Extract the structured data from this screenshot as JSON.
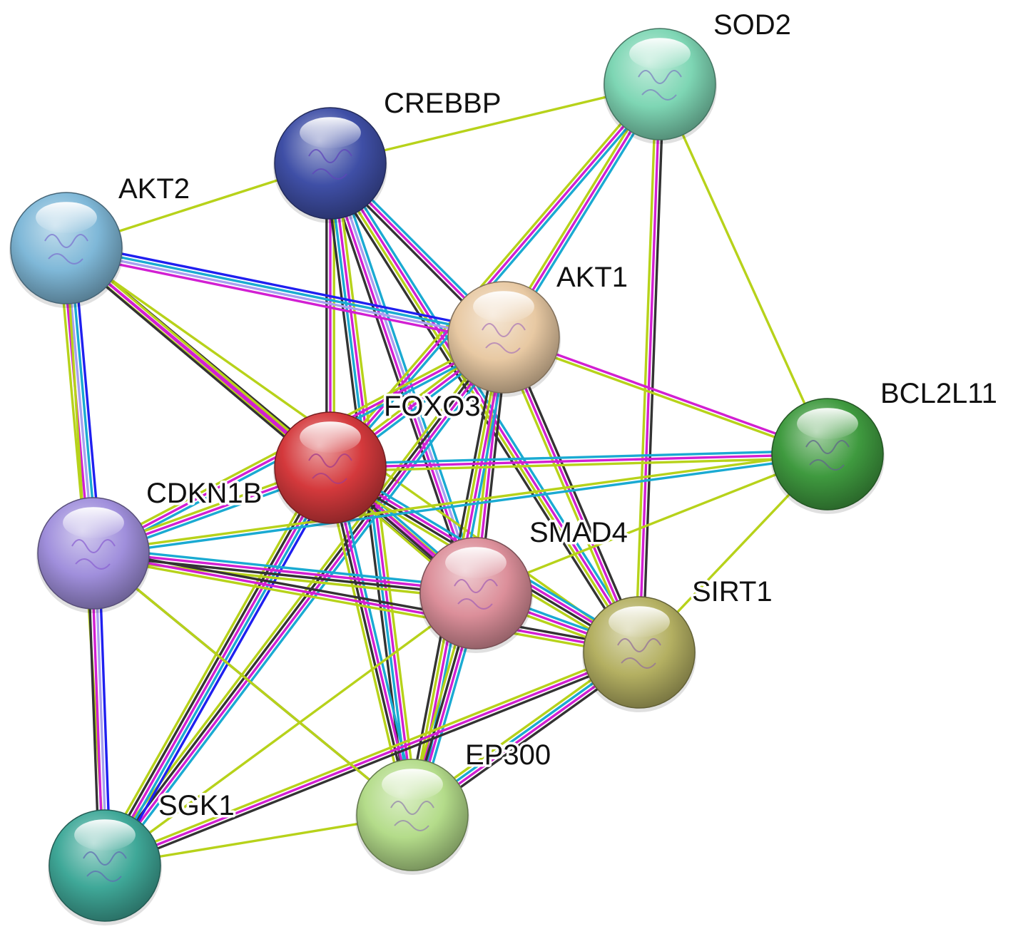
{
  "nodes": [
    {
      "id": "SOD2",
      "label": "SOD2",
      "color": "#7ed6b4"
    },
    {
      "id": "CREBBP",
      "label": "CREBBP",
      "color": "#3f4fa6"
    },
    {
      "id": "AKT2",
      "label": "AKT2",
      "color": "#7fb8d8"
    },
    {
      "id": "AKT1",
      "label": "AKT1",
      "color": "#e8c9a3"
    },
    {
      "id": "BCL2L11",
      "label": "BCL2L11",
      "color": "#3f9a3f"
    },
    {
      "id": "FOXO3",
      "label": "FOXO3",
      "color": "#d4393c"
    },
    {
      "id": "CDKN1B",
      "label": "CDKN1B",
      "color": "#a08fdc"
    },
    {
      "id": "SMAD4",
      "label": "SMAD4",
      "color": "#dc8f9a"
    },
    {
      "id": "SIRT1",
      "label": "SIRT1",
      "color": "#b4b062"
    },
    {
      "id": "EP300",
      "label": "EP300",
      "color": "#b4dc8a"
    },
    {
      "id": "SGK1",
      "label": "SGK1",
      "color": "#3fa898"
    }
  ],
  "edge_colors": {
    "yellowgreen": "#b7d21a",
    "magenta": "#d21fd2",
    "cyan": "#1aaad2",
    "black": "#333333",
    "blue": "#1f1ff0",
    "lavender": "#a8a0f0"
  },
  "edges": [
    {
      "source": "CREBBP",
      "target": "SOD2",
      "types": [
        "yellowgreen"
      ]
    },
    {
      "source": "CREBBP",
      "target": "AKT2",
      "types": [
        "yellowgreen"
      ]
    },
    {
      "source": "CREBBP",
      "target": "AKT1",
      "types": [
        "cyan",
        "magenta",
        "black"
      ]
    },
    {
      "source": "CREBBP",
      "target": "FOXO3",
      "types": [
        "yellowgreen",
        "magenta",
        "black"
      ]
    },
    {
      "source": "CREBBP",
      "target": "SMAD4",
      "types": [
        "cyan",
        "lavender",
        "magenta",
        "black"
      ]
    },
    {
      "source": "CREBBP",
      "target": "SIRT1",
      "types": [
        "cyan",
        "magenta",
        "yellowgreen",
        "black"
      ]
    },
    {
      "source": "CREBBP",
      "target": "EP300",
      "types": [
        "yellowgreen",
        "magenta",
        "cyan",
        "black"
      ]
    },
    {
      "source": "SOD2",
      "target": "AKT1",
      "types": [
        "cyan",
        "magenta",
        "yellowgreen"
      ]
    },
    {
      "source": "SOD2",
      "target": "FOXO3",
      "types": [
        "cyan",
        "magenta",
        "yellowgreen"
      ]
    },
    {
      "source": "SOD2",
      "target": "BCL2L11",
      "types": [
        "yellowgreen"
      ]
    },
    {
      "source": "SOD2",
      "target": "SIRT1",
      "types": [
        "black",
        "magenta",
        "yellowgreen"
      ]
    },
    {
      "source": "AKT2",
      "target": "AKT1",
      "types": [
        "blue",
        "cyan",
        "lavender",
        "magenta"
      ]
    },
    {
      "source": "AKT2",
      "target": "FOXO3",
      "types": [
        "black",
        "magenta",
        "yellowgreen"
      ]
    },
    {
      "source": "AKT2",
      "target": "CDKN1B",
      "types": [
        "blue",
        "cyan",
        "lavender",
        "magenta",
        "yellowgreen"
      ]
    },
    {
      "source": "AKT2",
      "target": "SMAD4",
      "types": [
        "yellowgreen",
        "magenta",
        "black"
      ]
    },
    {
      "source": "AKT2",
      "target": "SIRT1",
      "types": [
        "yellowgreen"
      ]
    },
    {
      "source": "AKT2",
      "target": "SGK1",
      "types": [
        "yellowgreen"
      ]
    },
    {
      "source": "AKT1",
      "target": "FOXO3",
      "types": [
        "cyan",
        "magenta",
        "yellowgreen"
      ]
    },
    {
      "source": "AKT1",
      "target": "BCL2L11",
      "types": [
        "magenta",
        "yellowgreen"
      ]
    },
    {
      "source": "AKT1",
      "target": "CDKN1B",
      "types": [
        "cyan",
        "magenta",
        "yellowgreen"
      ]
    },
    {
      "source": "AKT1",
      "target": "SMAD4",
      "types": [
        "black",
        "magenta",
        "yellowgreen"
      ]
    },
    {
      "source": "AKT1",
      "target": "SIRT1",
      "types": [
        "black",
        "magenta",
        "yellowgreen"
      ]
    },
    {
      "source": "AKT1",
      "target": "EP300",
      "types": [
        "cyan",
        "magenta",
        "yellowgreen",
        "black"
      ]
    },
    {
      "source": "AKT1",
      "target": "SGK1",
      "types": [
        "cyan",
        "magenta",
        "black",
        "yellowgreen"
      ]
    },
    {
      "source": "FOXO3",
      "target": "BCL2L11",
      "types": [
        "cyan",
        "magenta",
        "yellowgreen"
      ]
    },
    {
      "source": "FOXO3",
      "target": "CDKN1B",
      "types": [
        "cyan",
        "magenta",
        "yellowgreen"
      ]
    },
    {
      "source": "FOXO3",
      "target": "SMAD4",
      "types": [
        "cyan",
        "magenta",
        "black",
        "yellowgreen"
      ]
    },
    {
      "source": "FOXO3",
      "target": "SIRT1",
      "types": [
        "cyan",
        "magenta",
        "black",
        "yellowgreen"
      ]
    },
    {
      "source": "FOXO3",
      "target": "EP300",
      "types": [
        "cyan",
        "magenta",
        "black",
        "yellowgreen"
      ]
    },
    {
      "source": "FOXO3",
      "target": "SGK1",
      "types": [
        "blue",
        "cyan",
        "magenta",
        "black",
        "yellowgreen"
      ]
    },
    {
      "source": "BCL2L11",
      "target": "SMAD4",
      "types": [
        "yellowgreen"
      ]
    },
    {
      "source": "BCL2L11",
      "target": "SIRT1",
      "types": [
        "yellowgreen"
      ]
    },
    {
      "source": "BCL2L11",
      "target": "CDKN1B",
      "types": [
        "cyan",
        "yellowgreen"
      ]
    },
    {
      "source": "CDKN1B",
      "target": "SMAD4",
      "types": [
        "cyan",
        "magenta",
        "black",
        "yellowgreen"
      ]
    },
    {
      "source": "CDKN1B",
      "target": "SIRT1",
      "types": [
        "black",
        "magenta",
        "yellowgreen"
      ]
    },
    {
      "source": "CDKN1B",
      "target": "EP300",
      "types": [
        "black"
      ]
    },
    {
      "source": "CDKN1B",
      "target": "SGK1",
      "types": [
        "blue",
        "lavender",
        "magenta",
        "black"
      ]
    },
    {
      "source": "SMAD4",
      "target": "SIRT1",
      "types": [
        "cyan",
        "magenta",
        "yellowgreen"
      ]
    },
    {
      "source": "SMAD4",
      "target": "EP300",
      "types": [
        "cyan",
        "magenta",
        "black",
        "yellowgreen"
      ]
    },
    {
      "source": "SMAD4",
      "target": "SGK1",
      "types": [
        "yellowgreen"
      ]
    },
    {
      "source": "SIRT1",
      "target": "EP300",
      "types": [
        "black",
        "magenta",
        "cyan",
        "yellowgreen"
      ]
    },
    {
      "source": "SIRT1",
      "target": "SGK1",
      "types": [
        "black",
        "magenta",
        "yellowgreen"
      ]
    },
    {
      "source": "EP300",
      "target": "SGK1",
      "types": [
        "yellowgreen"
      ]
    },
    {
      "source": "EP300",
      "target": "CDKN1B",
      "types": [
        "yellowgreen"
      ]
    }
  ]
}
